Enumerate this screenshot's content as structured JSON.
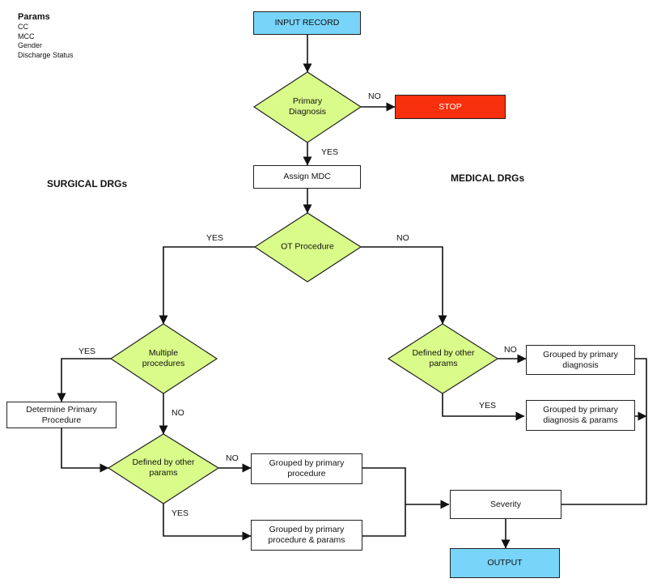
{
  "params": {
    "title": "Params",
    "items": [
      "CC",
      "MCC",
      "Gender",
      "Discharge Status"
    ]
  },
  "headings": {
    "surgical": "SURGICAL DRGs",
    "medical": "MEDICAL DRGs"
  },
  "nodes": {
    "input_record": "INPUT RECORD",
    "primary_diagnosis": [
      "Primary",
      "Diagnosis"
    ],
    "stop": "STOP",
    "assign_mdc": "Assign MDC",
    "ot_procedure": "OT Procedure",
    "multiple_procedures": [
      "Multiple",
      "procedures"
    ],
    "determine_primary_procedure": [
      "Determine Primary",
      "Procedure"
    ],
    "defined_by_other_params_surgical": [
      "Defined by other",
      "params"
    ],
    "grouped_by_primary_procedure": [
      "Grouped by primary",
      "procedure"
    ],
    "grouped_by_primary_procedure_params": [
      "Grouped by primary",
      "procedure & params"
    ],
    "defined_by_other_params_medical": [
      "Defined by other",
      "params"
    ],
    "grouped_by_primary_diagnosis": [
      "Grouped by primary",
      "diagnosis"
    ],
    "grouped_by_primary_diagnosis_params": [
      "Grouped by primary",
      "diagnosis & params"
    ],
    "severity": "Severity",
    "output": "OUTPUT"
  },
  "edge_labels": {
    "no_stop": "NO",
    "yes_assign": "YES",
    "yes_surgical": "YES",
    "no_medical": "NO",
    "yes_multiple": "YES",
    "no_multiple": "NO",
    "no_surgical_defined": "NO",
    "yes_surgical_defined": "YES",
    "no_medical_defined": "NO",
    "yes_medical_defined": "YES"
  },
  "colors": {
    "decision_fill": "#d9fb8a",
    "terminal_fill": "#78d4f8",
    "stop_fill": "#f9300e",
    "line": "#111111"
  }
}
